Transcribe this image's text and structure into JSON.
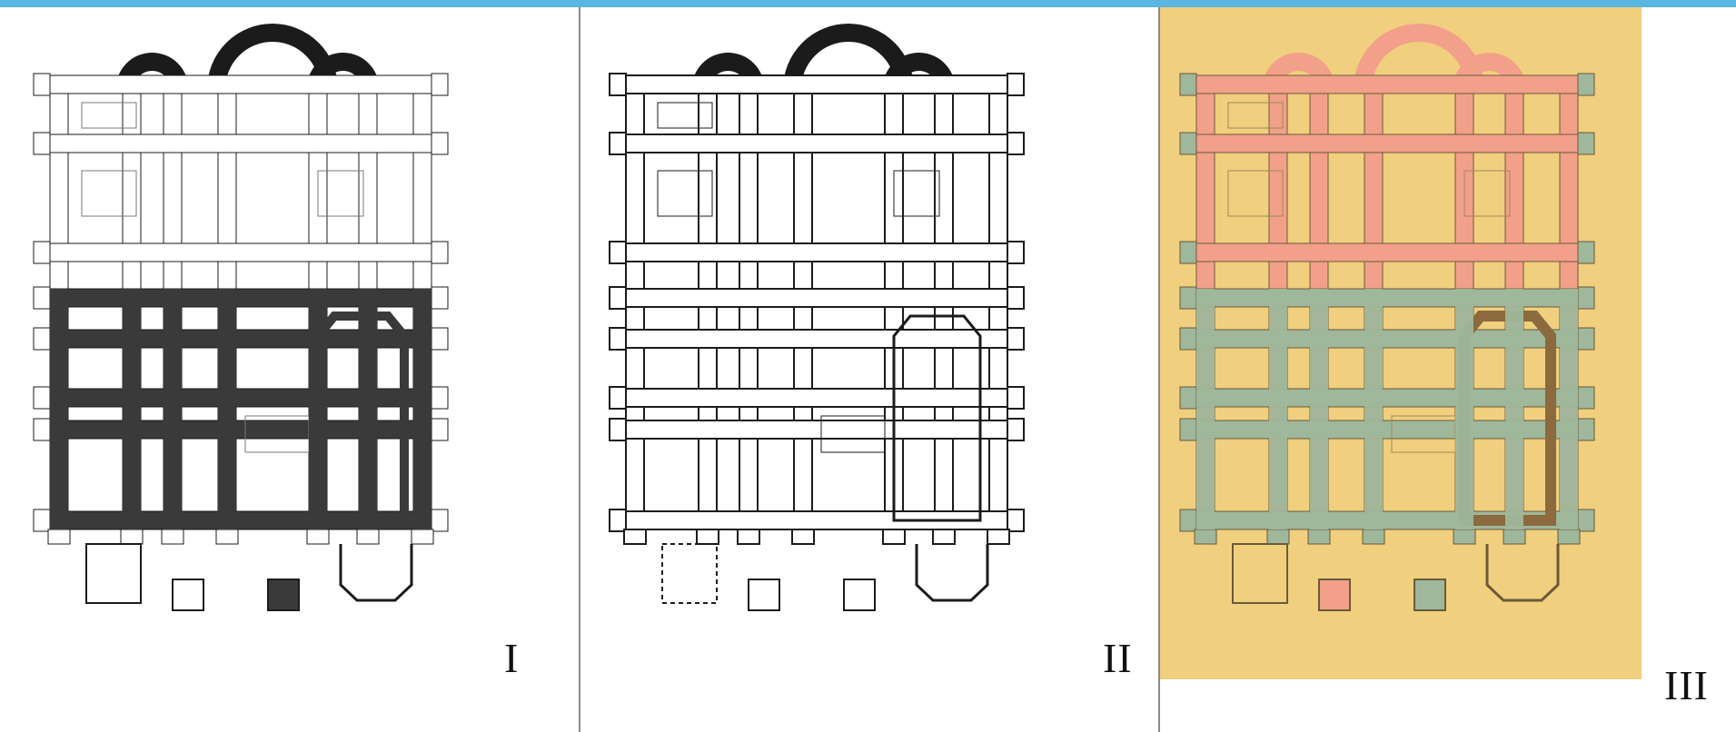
{
  "figure": {
    "panels": [
      {
        "id": "I",
        "label": "I",
        "style": "grayscale-phased"
      },
      {
        "id": "II",
        "label": "II",
        "style": "outline"
      },
      {
        "id": "III",
        "label": "III",
        "style": "colored-historic"
      }
    ]
  },
  "colors": {
    "frame_top_bar": "#5bb6e0",
    "divider": "#8a8a8a",
    "ink": "#1b1b1b",
    "gray_light": "#d6d6d6",
    "gray_dark": "#3a3a3a",
    "paper": "#f0cf7e",
    "phase_red": "#f2a08a",
    "phase_green": "#9fb79a",
    "phase_brown": "#8b6a3e"
  }
}
